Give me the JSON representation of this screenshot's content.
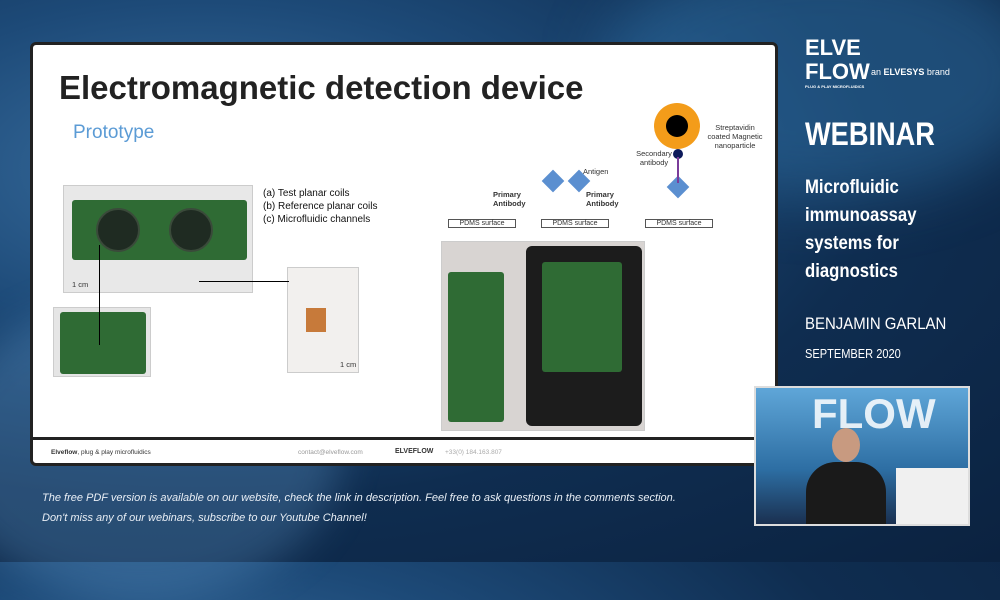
{
  "slide": {
    "title": "Electromagnetic detection device",
    "subtitle": "Prototype",
    "legend": [
      "(a) Test planar coils",
      "(b) Reference planar coils",
      "(c) Microfluidic channels"
    ],
    "scale_labels": [
      "1 cm",
      "1 cm"
    ],
    "diagram": {
      "pdms": "PDMS surface",
      "primary_antibody": "Primary Antibody",
      "antigen": "Antigen",
      "secondary_antibody": "Secondary antibody",
      "nanoparticle": "Streptavidin coated Magnetic nanoparticle"
    },
    "footer": {
      "brand": "Elveflow",
      "tagline": ", plug & play microfluidics",
      "email": "contact@elveflow.com",
      "logo": "ELVEFLOW",
      "phone": "+33(0) 184.163.807"
    }
  },
  "sidebar": {
    "logo_top": "ELVE",
    "logo_bottom": "FLOW",
    "logo_tag": "PLUG & PLAY MICROFLUIDICS",
    "brand_prefix": "an",
    "brand_name": "ELVESYS",
    "brand_suffix": "brand",
    "type": "WEBINAR",
    "topic_lines": [
      "Microfluidic",
      "immunoassay",
      "systems for",
      "diagnostics"
    ],
    "presenter": "BENJAMIN GARLAN",
    "date": "SEPTEMBER 2020"
  },
  "captions": [
    "The free PDF version is available on our website, check the link in description. Feel free to ask questions in the comments section.",
    "Don't miss any of our webinars, subscribe to our Youtube Channel!"
  ],
  "webcam": {
    "backdrop_text": "FLOW"
  }
}
